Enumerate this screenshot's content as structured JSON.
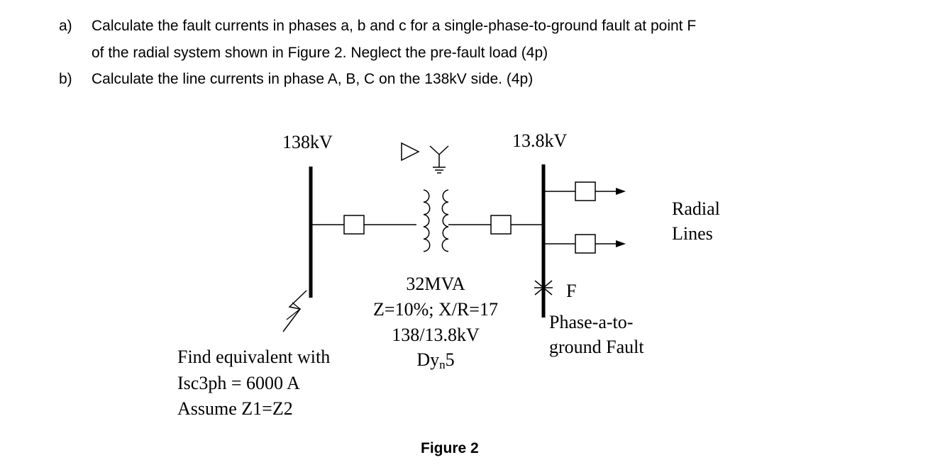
{
  "questions": {
    "a_marker": "a)",
    "a_line1": "Calculate the fault currents in phases a, b and c for a single-phase-to-ground fault at point F",
    "a_line2": "of the radial system shown in Figure 2. Neglect the pre-fault load (4p)",
    "b_marker": "b)",
    "b_line1": "Calculate the line currents in phase A, B, C on the 138kV side. (4p)"
  },
  "diagram": {
    "bus_hv_label": "138kV",
    "bus_lv_label": "13.8kV",
    "radial_line1": "Radial",
    "radial_line2": "Lines",
    "transformer": {
      "rating": "32MVA",
      "impedance": "Z=10%; X/R=17",
      "voltage_ratio": "138/13.8kV",
      "vector_group_main": "Dy",
      "vector_group_sub": "n",
      "vector_group_num": "5"
    },
    "fault_label": "F",
    "fault_desc_line1": "Phase-a-to-",
    "fault_desc_line2": "ground Fault",
    "source_line1": "Find equivalent with",
    "source_line2": "Isc3ph = 6000  A",
    "source_line3": "Assume Z1=Z2"
  },
  "caption": "Figure 2"
}
